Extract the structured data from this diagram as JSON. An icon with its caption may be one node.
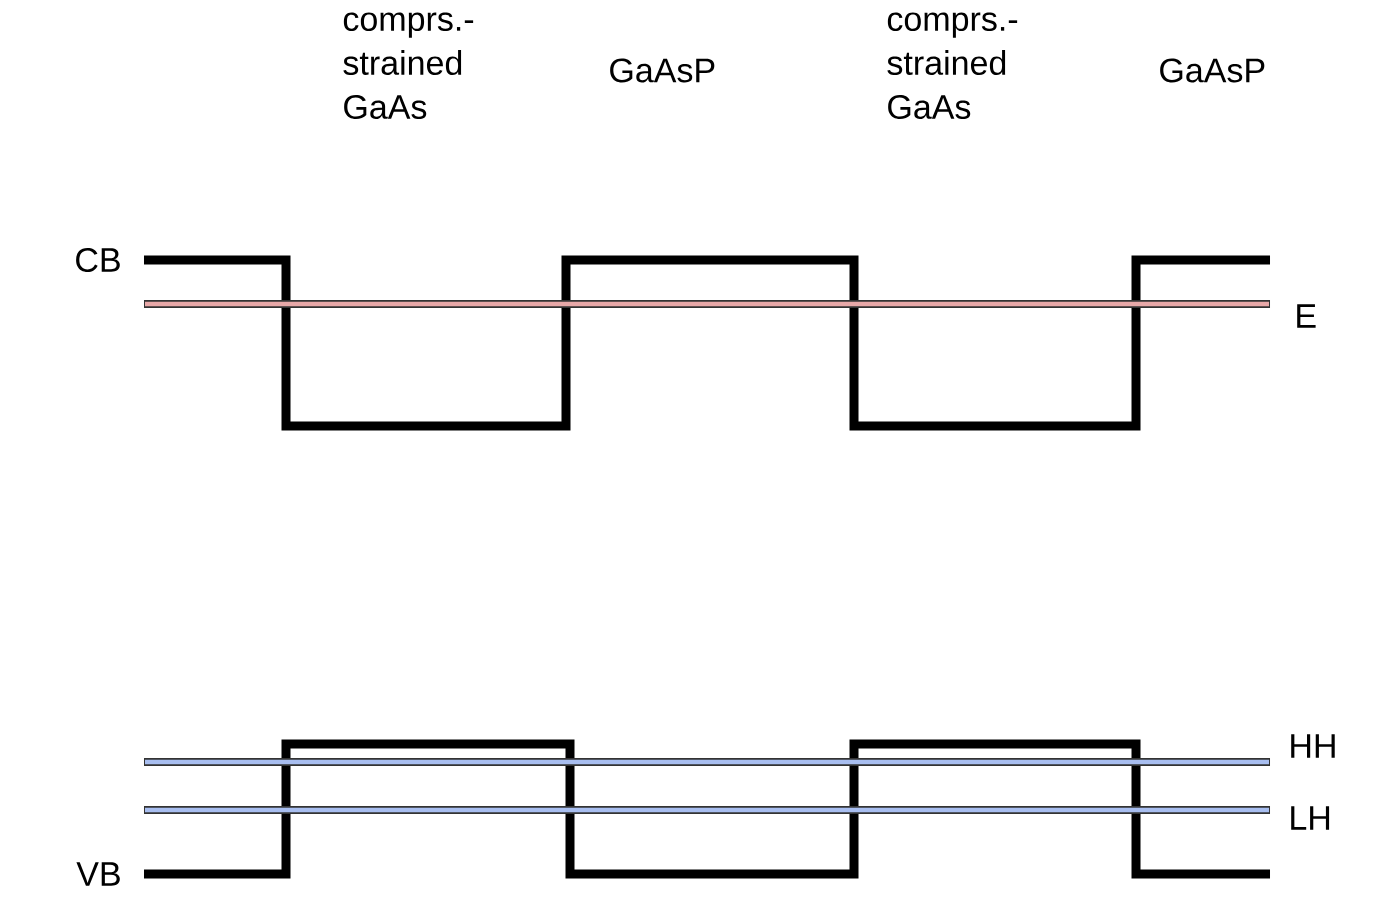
{
  "diagram": {
    "labels": [
      "comprs.- strained GaAs",
      "GaAsP",
      "comprs.- strained GaAs",
      "GaAsP",
      "CB",
      "E",
      "HH",
      "LH",
      "VB"
    ]
  }
}
